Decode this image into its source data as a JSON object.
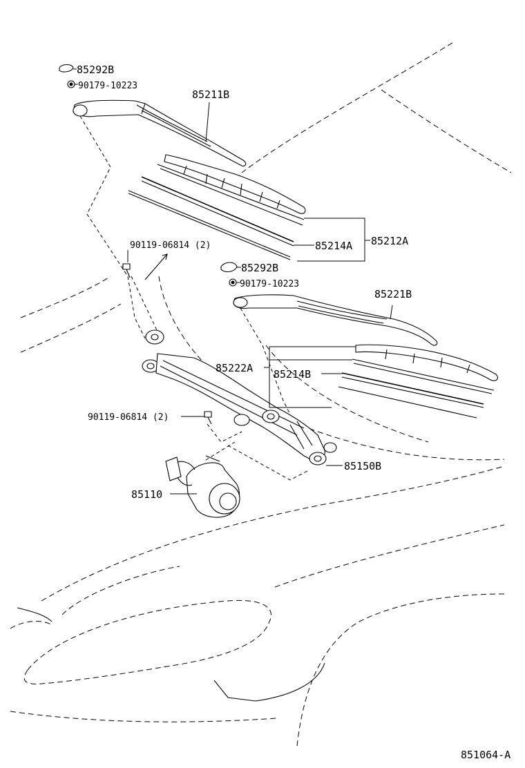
{
  "labels": {
    "cap_top": "85292B",
    "nut_top": "90179-10223",
    "arm_left": "85211B",
    "blade_assy_left": "85212A",
    "rubber_left": "85214A",
    "bolt_upper": "90119-06814 (2)",
    "cap_mid": "85292B",
    "nut_mid": "90179-10223",
    "arm_right": "85221B",
    "blade_assy_right": "85222A",
    "rubber_right": "85214B",
    "bolt_lower": "90119-06814 (2)",
    "link_assy": "85150B",
    "motor": "85110",
    "diagram_id": "851064-A"
  }
}
